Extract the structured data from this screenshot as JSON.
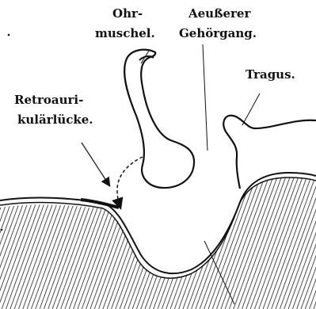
{
  "labels": {
    "ohr_line1": "Ohr-",
    "ohr_line2": "muschel.",
    "gehoer_line1": "Aeußerer",
    "gehoer_line2": "Gehörgang.",
    "tragus": "Tragus.",
    "retro_line1": "Retroauri-",
    "retro_line2": "kulärlücke."
  },
  "colors": {
    "ink": "#111111",
    "paper": "#ffffff"
  }
}
